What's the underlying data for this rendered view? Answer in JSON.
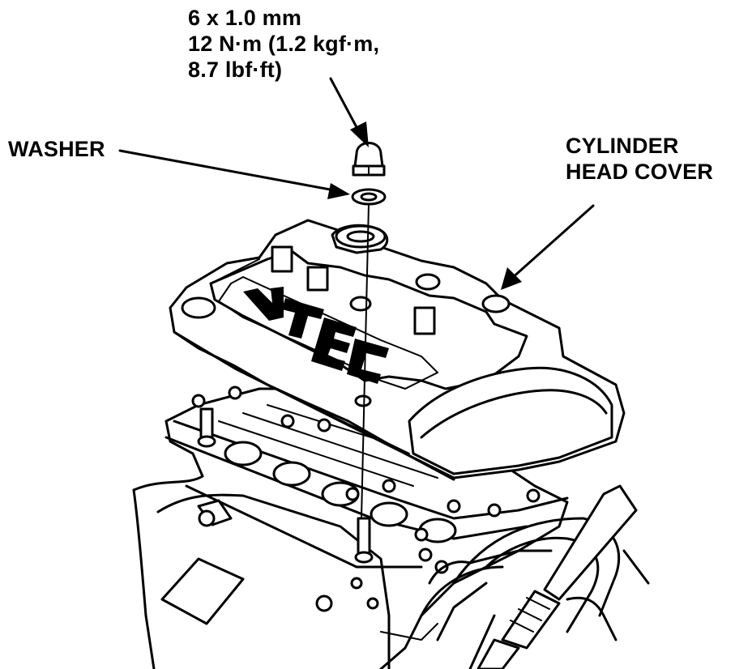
{
  "labels": {
    "spec_line1": "6 x 1.0 mm",
    "spec_line2": "12 N·m (1.2 kgf·m,",
    "spec_line3": "8.7 lbf·ft)",
    "washer": "WASHER",
    "cover_line1": "CYLINDER",
    "cover_line2": "HEAD COVER",
    "cover_logo": "VTEC"
  },
  "colors": {
    "ink": "#000000",
    "paper": "#ffffff"
  }
}
